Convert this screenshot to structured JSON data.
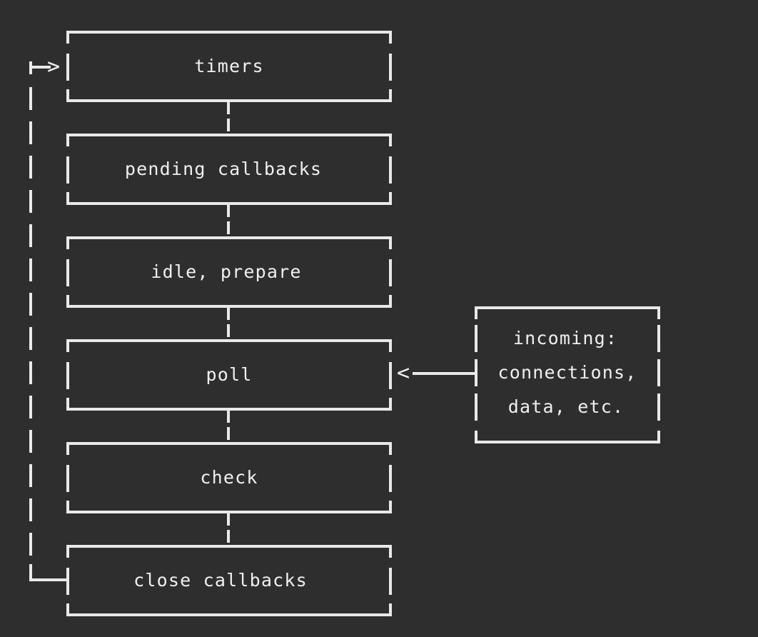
{
  "diagram": {
    "title": "node-event-loop-phases",
    "type": "ascii-flow-diagram",
    "colors": {
      "background": "#2e2e2e",
      "line": "#e9e9e9",
      "text": "#f0f0f0"
    },
    "phases": [
      {
        "id": "timers",
        "label": "timers"
      },
      {
        "id": "pending-callbacks",
        "label": "pending callbacks"
      },
      {
        "id": "idle-prepare",
        "label": "idle, prepare"
      },
      {
        "id": "poll",
        "label": "poll"
      },
      {
        "id": "check",
        "label": "check"
      },
      {
        "id": "close-callbacks",
        "label": "close callbacks"
      }
    ],
    "side_note": {
      "id": "incoming",
      "lines": [
        "incoming:",
        "connections,",
        "data, etc."
      ],
      "line1": "incoming:",
      "line2": "connections,",
      "line3": "data, etc."
    },
    "arrows": {
      "loop_entry_glyph": ">",
      "incoming_to_poll_glyph": "<"
    }
  }
}
